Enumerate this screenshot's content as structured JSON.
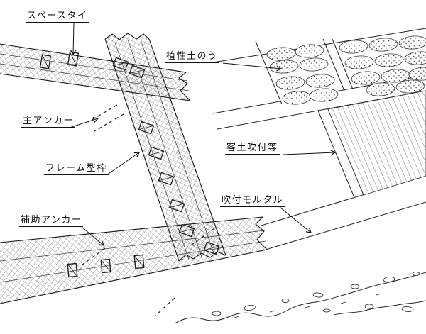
{
  "labels": {
    "space_tie": "スペースタイ",
    "vegetation_soil_bags": "植性土のう",
    "main_anchor": "主アンカー",
    "soil_spray": "客土吹付等",
    "frame_formwork": "フレーム型枠",
    "shotcrete_mortar": "吹付モルタル",
    "auxiliary_anchor": "補助アンカー"
  },
  "colors": {
    "ink": "#1a1a1a",
    "paper": "#ffffff"
  }
}
